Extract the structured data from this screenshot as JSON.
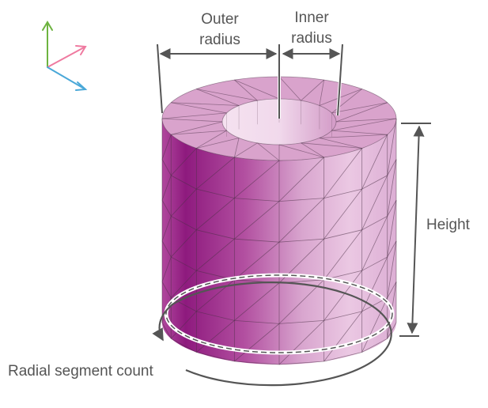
{
  "labels": {
    "outer_radius_line1": "Outer",
    "outer_radius_line2": "radius",
    "inner_radius_line1": "Inner",
    "inner_radius_line2": "radius",
    "height": "Height",
    "radial_segment_count": "Radial segment count"
  },
  "axes_gizmo": {
    "y_color": "#6db33f",
    "x_color": "#ef7aa0",
    "z_color": "#4aa8d8"
  },
  "colors": {
    "body_dark": "#8e1a7e",
    "body_light": "#ebc8e3",
    "top_face": "#d9a3cc",
    "wire": "#4a3045",
    "annotation": "#555555"
  },
  "mesh": {
    "radial_segments": 16,
    "height_segments": 5
  }
}
